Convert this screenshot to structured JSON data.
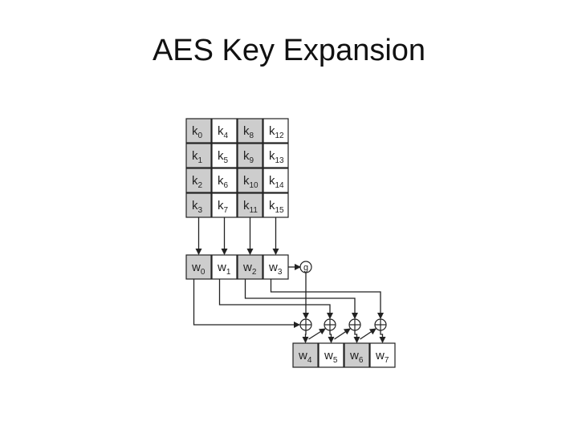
{
  "title": "AES Key Expansion",
  "colors": {
    "shaded": "#cdcdcd",
    "plain": "#ffffff",
    "stroke": "#222222"
  },
  "key_matrix": {
    "columns": [
      [
        {
          "b": "k",
          "s": "0"
        },
        {
          "b": "k",
          "s": "1"
        },
        {
          "b": "k",
          "s": "2"
        },
        {
          "b": "k",
          "s": "3"
        }
      ],
      [
        {
          "b": "k",
          "s": "4"
        },
        {
          "b": "k",
          "s": "5"
        },
        {
          "b": "k",
          "s": "6"
        },
        {
          "b": "k",
          "s": "7"
        }
      ],
      [
        {
          "b": "k",
          "s": "8"
        },
        {
          "b": "k",
          "s": "9"
        },
        {
          "b": "k",
          "s": "10"
        },
        {
          "b": "k",
          "s": "11"
        }
      ],
      [
        {
          "b": "k",
          "s": "12"
        },
        {
          "b": "k",
          "s": "13"
        },
        {
          "b": "k",
          "s": "14"
        },
        {
          "b": "k",
          "s": "15"
        }
      ]
    ],
    "shaded_columns": [
      0,
      2
    ]
  },
  "words_row1": [
    {
      "b": "w",
      "s": "0"
    },
    {
      "b": "w",
      "s": "1"
    },
    {
      "b": "w",
      "s": "2"
    },
    {
      "b": "w",
      "s": "3"
    }
  ],
  "g_label": "g",
  "words_row2": [
    {
      "b": "w",
      "s": "4"
    },
    {
      "b": "w",
      "s": "5"
    },
    {
      "b": "w",
      "s": "6"
    },
    {
      "b": "w",
      "s": "7"
    }
  ]
}
